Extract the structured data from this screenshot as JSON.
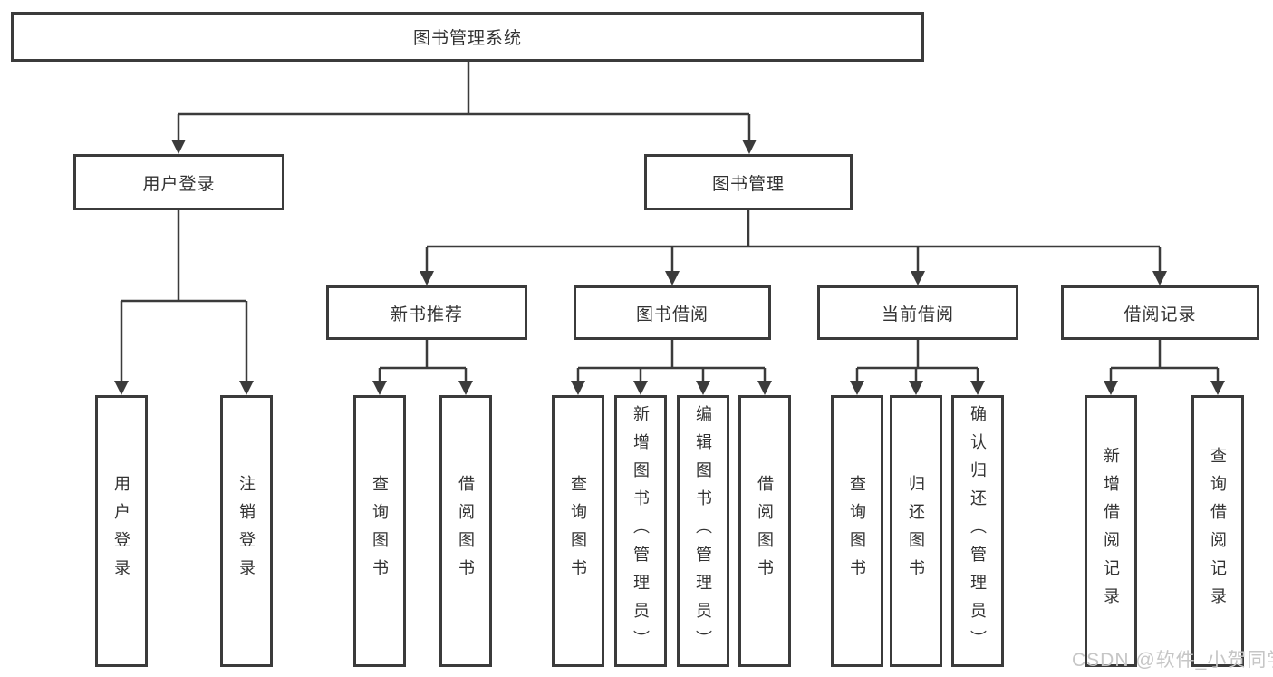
{
  "tree": {
    "root": {
      "label": "图书管理系统",
      "children": [
        {
          "label": "用户登录",
          "children": [
            {
              "label": "用户登录"
            },
            {
              "label": "注销登录"
            }
          ]
        },
        {
          "label": "图书管理",
          "children": [
            {
              "label": "新书推荐",
              "children": [
                {
                  "label": "查询图书"
                },
                {
                  "label": "借阅图书"
                }
              ]
            },
            {
              "label": "图书借阅",
              "children": [
                {
                  "label": "查询图书"
                },
                {
                  "label": "新增图书（管理员）"
                },
                {
                  "label": "编辑图书（管理员）"
                },
                {
                  "label": "借阅图书"
                }
              ]
            },
            {
              "label": "当前借阅",
              "children": [
                {
                  "label": "查询图书"
                },
                {
                  "label": "归还图书"
                },
                {
                  "label": "确认归还（管理员）"
                }
              ]
            },
            {
              "label": "借阅记录",
              "children": [
                {
                  "label": "新增借阅记录"
                },
                {
                  "label": "查询借阅记录"
                }
              ]
            }
          ]
        }
      ]
    }
  },
  "watermark": {
    "text": "CSDN @软件_小贺同学"
  },
  "colors": {
    "line": "#3b3b3b",
    "box_border": "#3b3b3b",
    "text": "#333333",
    "background": "#ffffff",
    "watermark": "#c6c6c6"
  }
}
